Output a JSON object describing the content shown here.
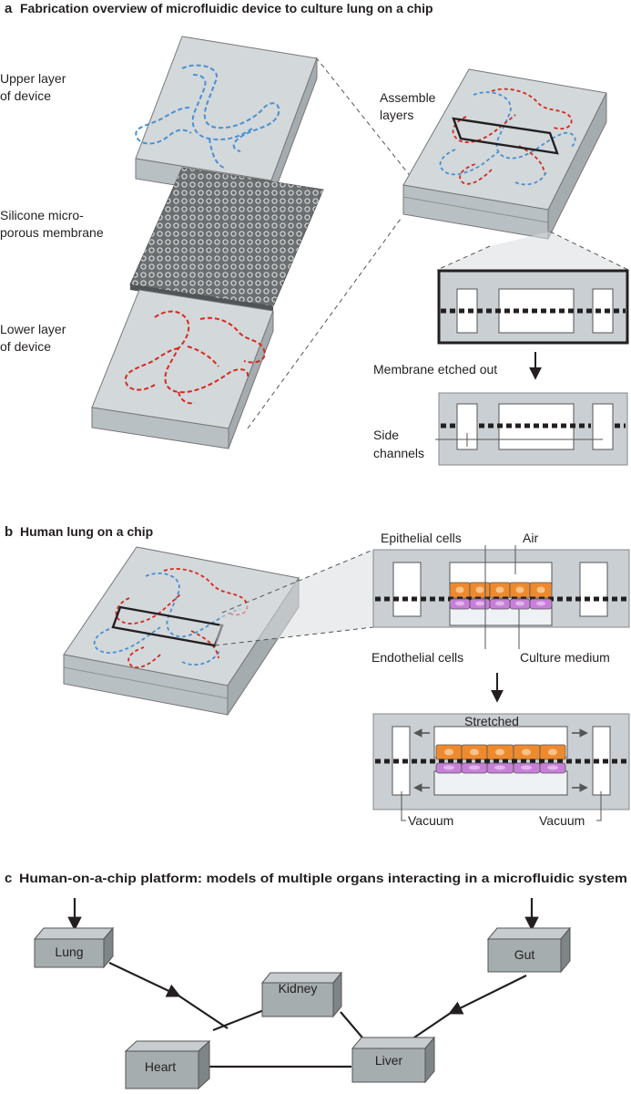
{
  "panel_a": {
    "letter": "a",
    "title": "Fabrication overview of microfluidic device to culture lung on a chip",
    "upper_layer_label": [
      "Upper layer",
      "of device"
    ],
    "membrane_label": [
      "Silicone micro-",
      "porous membrane"
    ],
    "lower_layer_label": [
      "Lower layer",
      "of device"
    ],
    "assemble_label": [
      "Assemble",
      "layers"
    ],
    "etched_label": "Membrane etched out",
    "side_channels_label": [
      "Side",
      "channels"
    ]
  },
  "panel_b": {
    "letter": "b",
    "title": "Human lung on a chip",
    "epithelial_label": "Epithelial cells",
    "air_label": "Air",
    "endothelial_label": "Endothelial cells",
    "culture_label": "Culture medium",
    "stretched_label": "Stretched",
    "vacuum_left_label": "Vacuum",
    "vacuum_right_label": "Vacuum"
  },
  "panel_c": {
    "letter": "c",
    "title": "Human-on-a-chip platform: models of multiple organs interacting in a microfluidic system",
    "organs": {
      "lung": "Lung",
      "gut": "Gut",
      "kidney": "Kidney",
      "heart": "Heart",
      "liver": "Liver"
    }
  },
  "colors": {
    "blue_channel": "#4a90d0",
    "red_channel": "#d42a1e",
    "epithelial": "#ee8a2e",
    "endothelial": "#c77fd8",
    "device_gray": "#c9cfd3",
    "organ_gray": "#a6adaf"
  }
}
